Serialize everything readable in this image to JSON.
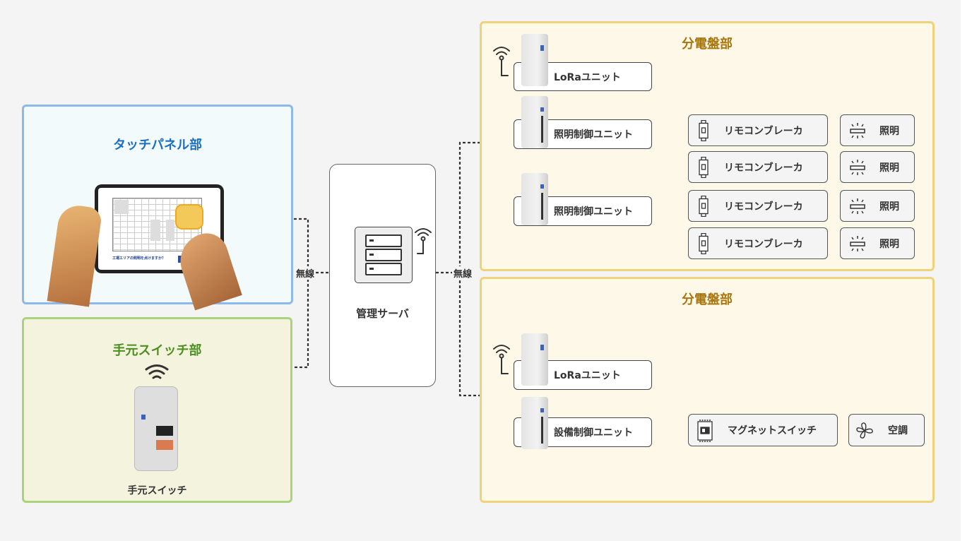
{
  "panels": {
    "touch_panel": {
      "title": "タッチパネル部",
      "tablet_prompt": "工場エリアの照明を点けますか？"
    },
    "hand_switch": {
      "title": "手元スイッチ部",
      "device_caption": "手元スイッチ",
      "icon": "wifi-icon"
    },
    "server": {
      "label": "管理サーバ",
      "icon": "server-rack-icon"
    },
    "wireless_left": "無線",
    "wireless_right": "無線",
    "distribution_1": {
      "title": "分電盤部",
      "lora": "LoRaユニット",
      "controllers": [
        {
          "label": "照明制御ユニット",
          "breakers": [
            {
              "label": "リモコンブレーカ",
              "load": "照明"
            },
            {
              "label": "リモコンブレーカ",
              "load": "照明"
            }
          ]
        },
        {
          "label": "照明制御ユニット",
          "breakers": [
            {
              "label": "リモコンブレーカ",
              "load": "照明"
            },
            {
              "label": "リモコンブレーカ",
              "load": "照明"
            }
          ]
        }
      ]
    },
    "distribution_2": {
      "title": "分電盤部",
      "lora": "LoRaユニット",
      "controller": "設備制御ユニット",
      "switch": "マグネットスイッチ",
      "load": "空調"
    }
  },
  "colors": {
    "touch_border": "#8bb9e8",
    "switch_border": "#aad37e",
    "dist_border": "#f0d27a",
    "touch_title": "#1a6fc4",
    "switch_title": "#4d8f1f",
    "dist_title": "#a8760d"
  }
}
